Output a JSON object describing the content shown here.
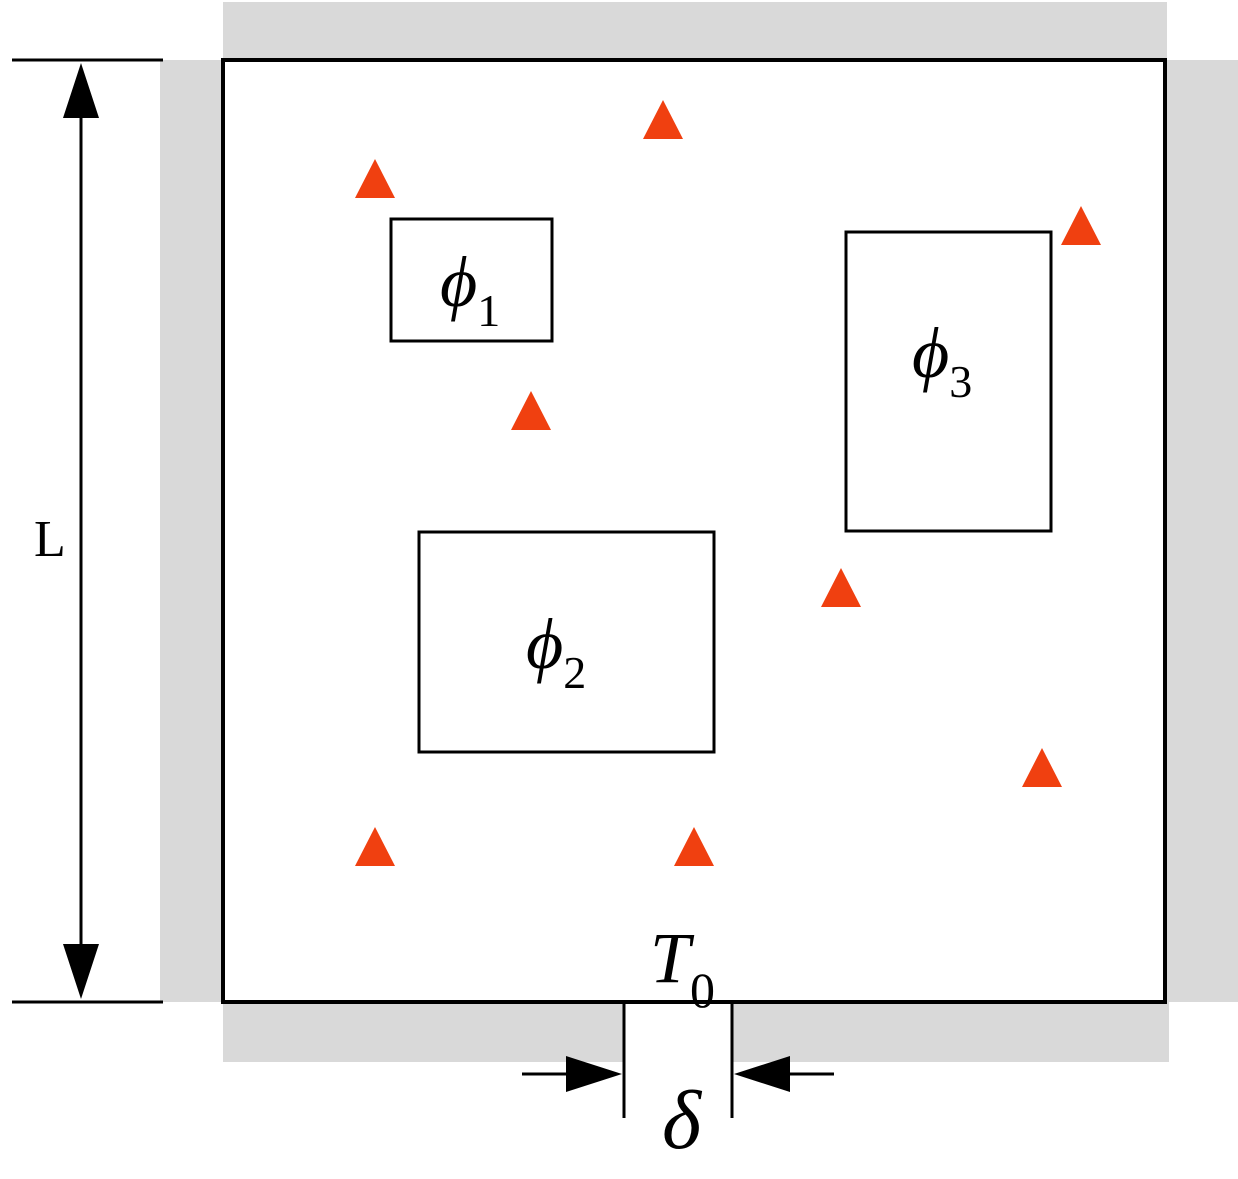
{
  "labels": {
    "length": "L",
    "temperature_symbol": "T",
    "temperature_subscript": "0",
    "gap_symbol": "δ",
    "phi_symbol": "ϕ"
  },
  "components": [
    {
      "symbol": "ϕ",
      "subscript": "1"
    },
    {
      "symbol": "ϕ",
      "subscript": "2"
    },
    {
      "symbol": "ϕ",
      "subscript": "3"
    }
  ],
  "colors": {
    "border": "#000000",
    "insulation": "#d9d9d9",
    "marker": "#f04010",
    "background": "#ffffff"
  },
  "icons": {
    "marker": "triangle-icon",
    "arrow": "arrowhead-icon"
  }
}
